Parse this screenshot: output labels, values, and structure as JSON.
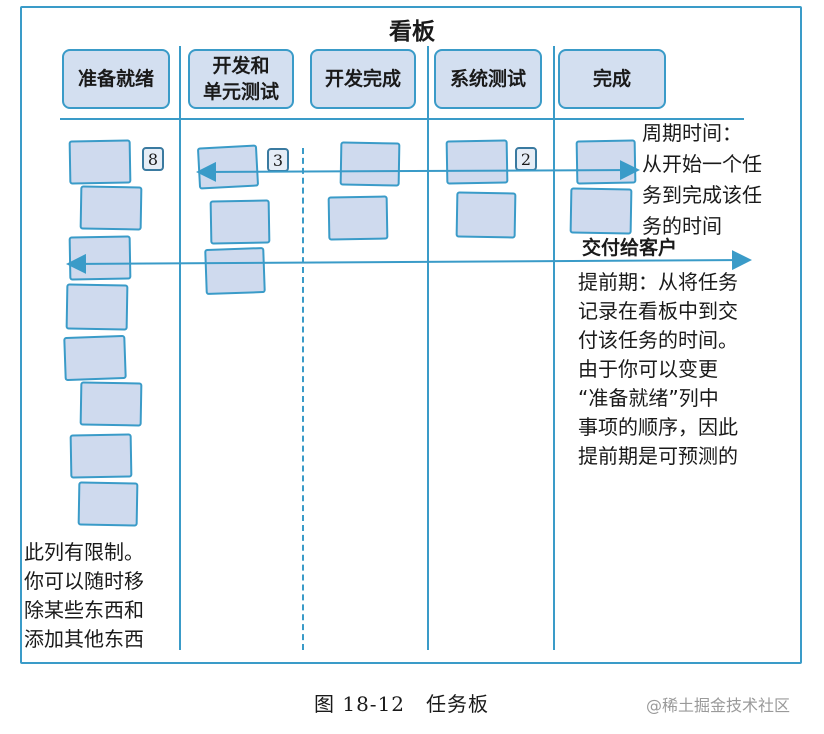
{
  "board": {
    "title": "看板",
    "columns": [
      {
        "label": "准备就绪",
        "wip_limit": "8"
      },
      {
        "label": "开发和\n单元测试",
        "wip_limit": "3"
      },
      {
        "label": "开发完成",
        "wip_limit": ""
      },
      {
        "label": "系统测试",
        "wip_limit": "2"
      },
      {
        "label": "完成",
        "wip_limit": ""
      }
    ],
    "card_counts": {
      "ready": 8,
      "dev": 3,
      "dev_done": 2,
      "system_test": 2,
      "done": 2
    }
  },
  "annotations": {
    "cycle_time": "周期时间：\n从开始一个任\n务到完成该任\n务的时间",
    "delivery": "交付给客户",
    "lead_time": "提前期：从将任务\n记录在看板中到交\n付该任务的时间。\n由于你可以变更\n“准备就绪”列中\n事项的顺序，因此\n提前期是可预测的",
    "ready_column_note": "此列有限制。\n你可以随时移\n除某些东西和\n添加其他东西"
  },
  "caption": "图 18-12　任务板",
  "watermark": "@稀土掘金技术社区",
  "colors": {
    "line": "#3a9bc8",
    "card": "#cfdaee",
    "header": "#d3dff0"
  }
}
